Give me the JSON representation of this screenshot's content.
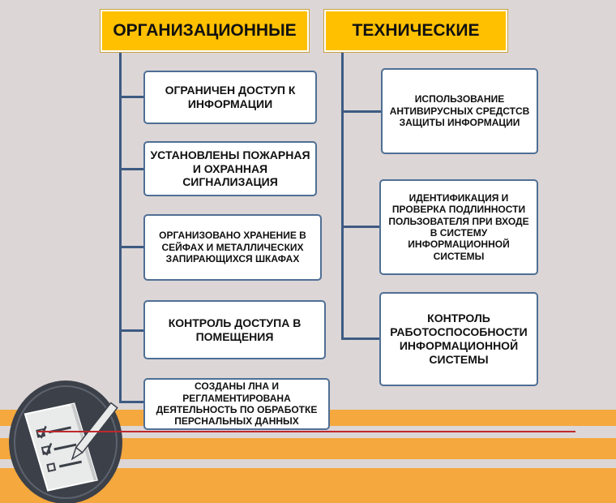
{
  "left": {
    "title": "ОРГАНИЗАЦИОННЫЕ",
    "items": [
      "ОГРАНИЧЕН ДОСТУП К ИНФОРМАЦИИ",
      "УСТАНОВЛЕНЫ ПОЖАРНАЯ И ОХРАННАЯ СИГНАЛИЗАЦИЯ",
      "ОРГАНИЗОВАНО ХРАНЕНИЕ В СЕЙФАХ И МЕТАЛЛИЧЕСКИХ ЗАПИРАЮЩИХСЯ ШКАФАХ",
      "КОНТРОЛЬ ДОСТУПА В ПОМЕЩЕНИЯ",
      "СОЗДАНЫ  ЛНА И РЕГЛАМЕНТИРОВАНА ДЕЯТЕЛЬНОСТЬ ПО ОБРАБОТКЕ ПЕРСНАЛЬНЫХ ДАННЫХ"
    ]
  },
  "right": {
    "title": "ТЕХНИЧЕСКИЕ",
    "items": [
      "ИСПОЛЬЗОВАНИЕ АНТИВИРУСНЫХ СРЕДСТСВ ЗАЩИТЫ ИНФОРМАЦИИ",
      "ИДЕНТИФИКАЦИЯ И ПРОВЕРКА ПОДЛИННОСТИ ПОЛЬЗОВАТЕЛЯ ПРИ ВХОДЕ В СИСТЕМУ ИНФОРМАЦИОННОЙ СИСТЕМЫ",
      "КОНТРОЛЬ РАБОТОСПОСОБНОСТИ ИНФОРМАЦИОННОЙ СИСТЕМЫ"
    ]
  },
  "colors": {
    "background": "#dcd6d6",
    "header_fill": "#ffc000",
    "stripe": "#f5a83e",
    "box_border": "#4f6f95",
    "connector": "#3d5b82",
    "accent_line": "#c0282c"
  },
  "icons": [
    "document-checklist-pen-icon"
  ]
}
